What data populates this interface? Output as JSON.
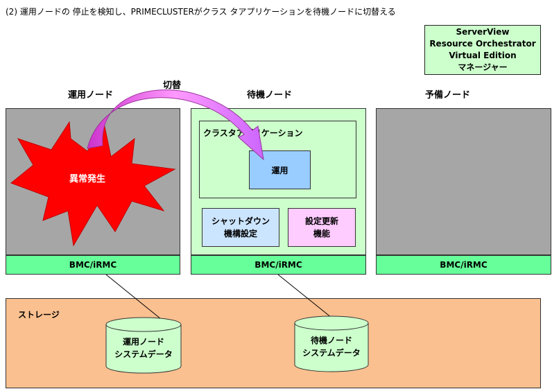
{
  "caption": "(2) 運用ノードの 停止を検知し、PRIMECLUSTERがクラス タアプリケーションを待機ノードに切替える",
  "manager": {
    "lines": [
      "ServerView",
      "Resource Orchestrator",
      "Virtual Edition",
      "マネージャー"
    ]
  },
  "nodes": {
    "active": {
      "label": "運用ノード",
      "bmc": "BMC/iRMC",
      "error": "異常発生"
    },
    "standby": {
      "label": "待機ノード",
      "bmc": "BMC/iRMC",
      "cluster_app": "クラスタアプリケーション",
      "running": "運用",
      "shutdown": [
        "シャットダウン",
        "機構設定"
      ],
      "config_update": [
        "設定更新",
        "機能"
      ]
    },
    "spare": {
      "label": "予備ノード",
      "bmc": "BMC/iRMC"
    }
  },
  "switch_label": "切替",
  "storage": {
    "title": "ストレージ",
    "active_data": [
      "運用ノード",
      "システムデータ"
    ],
    "standby_data": [
      "待機ノード",
      "システムデータ"
    ]
  },
  "colors": {
    "node_grey": "#a6a6a6",
    "node_green": "#ccffcc",
    "bmc_green": "#66ff99",
    "running_blue": "#99ccff",
    "shutdown_blue": "#cce5ff",
    "update_pink": "#ffccff",
    "storage_orange": "#fac090",
    "error_red": "#ff0000",
    "arrow_magenta": "#cc66ff"
  }
}
